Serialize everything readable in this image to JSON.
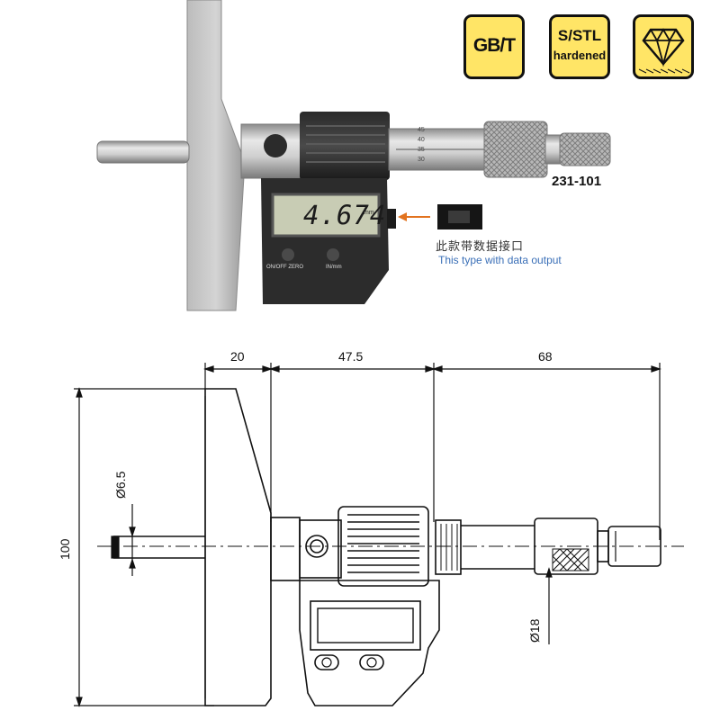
{
  "badges": {
    "standard": "GB/T",
    "material_line1": "S/STL",
    "material_line2": "hardened",
    "diamond_icon": "diamond-icon"
  },
  "photo": {
    "model_number": "231-101",
    "display_reading": "4.674",
    "display_unit": "mm",
    "button_left": "ON/OFF ZERO",
    "button_right": "IN/mm",
    "caption_cn": "此款带数据接口",
    "caption_en": "This type with data output",
    "thimble_marks": [
      "45",
      "40",
      "35",
      "30"
    ]
  },
  "drawing": {
    "dim_base_width": "20",
    "dim_middle": "47.5",
    "dim_right": "68",
    "dim_height": "100",
    "dim_rod_diameter": "Ø6.5",
    "dim_sleeve_diameter": "Ø18"
  }
}
